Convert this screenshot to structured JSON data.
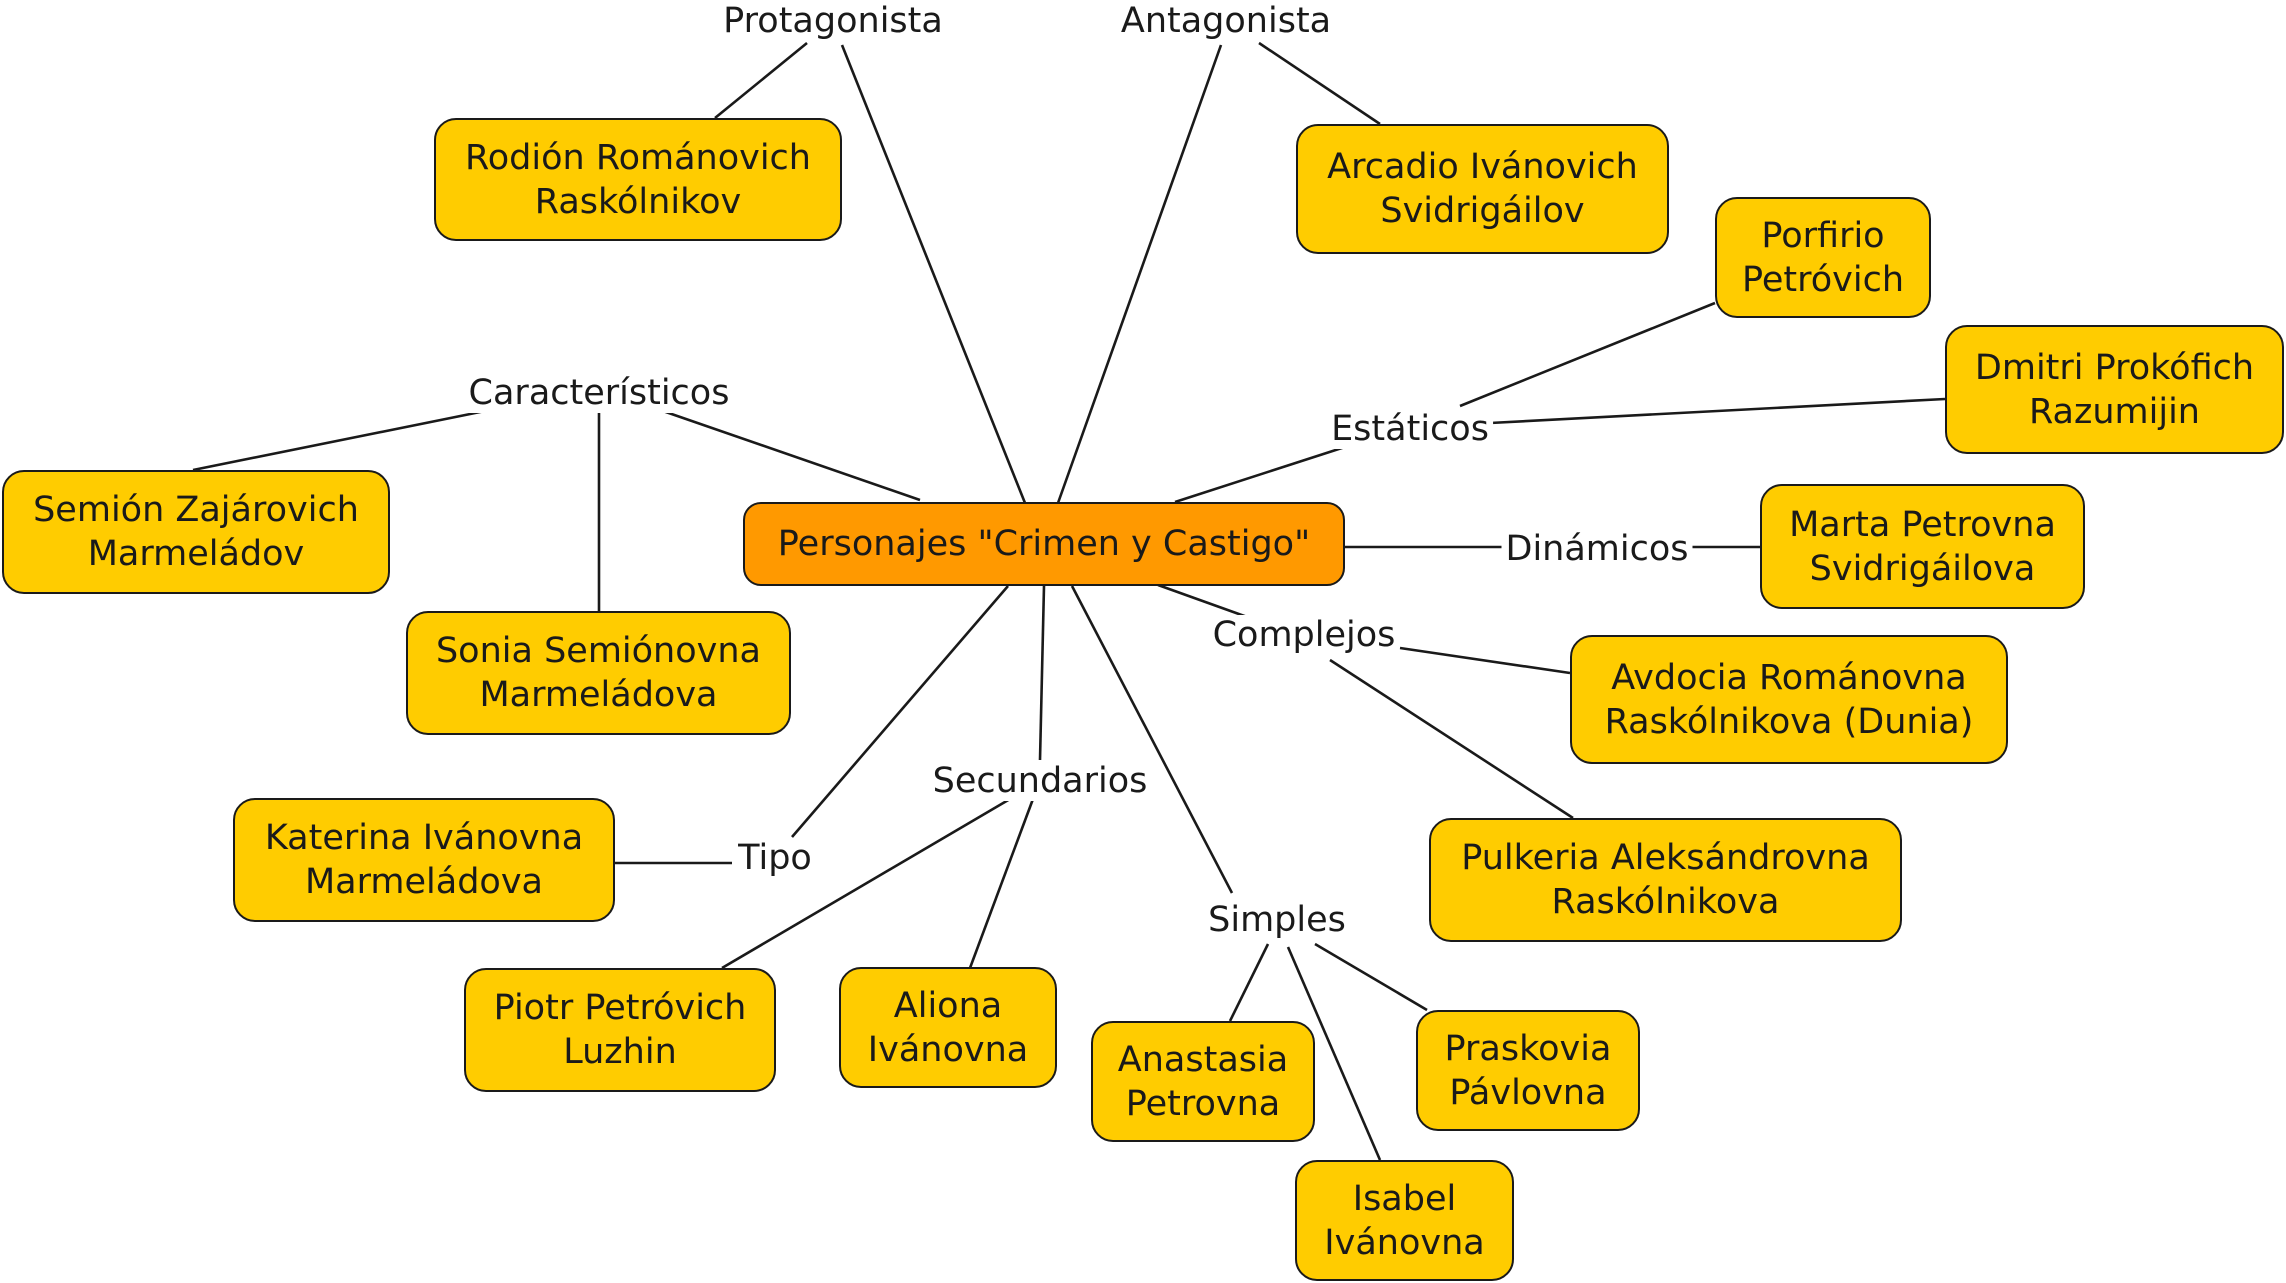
{
  "root": "Personajes \"Crimen y Castigo\"",
  "links": {
    "protagonista": "Protagonista",
    "antagonista": "Antagonista",
    "caracteristicos": "Característicos",
    "estaticos": "Estáticos",
    "dinamicos": "Dinámicos",
    "complejos": "Complejos",
    "secundarios": "Secundarios",
    "tipo": "Tipo",
    "simples": "Simples"
  },
  "nodes": {
    "rodion": "Rodión Románovich\nRaskólnikov",
    "arcadio": "Arcadio Ivánovich\nSvidrigáilov",
    "porfirio": "Porfirio\nPetróvich",
    "dmitri": "Dmitri Prokófich\nRazumijin",
    "semion": "Semión Zajárovich\nMarmeládov",
    "sonia": "Sonia Semiónovna\nMarmeládova",
    "marta": "Marta Petrovna\nSvidrigáilova",
    "avdocia": "Avdocia Románovna\nRaskólnikova (Dunia)",
    "katerina": "Katerina Ivánovna\nMarmeládova",
    "pulkeria": "Pulkeria Aleksándrovna\nRaskólnikova",
    "piotr": "Piotr Petróvich\nLuzhin",
    "aliona": "Aliona\nIvánovna",
    "anastasia": "Anastasia\nPetrovna",
    "praskovia": "Praskovia\nPávlovna",
    "isabel": "Isabel\nIvánovna"
  },
  "colors": {
    "root_fill": "#ff9900",
    "node_fill": "#ffcc00",
    "line": "#1a1a1a"
  }
}
